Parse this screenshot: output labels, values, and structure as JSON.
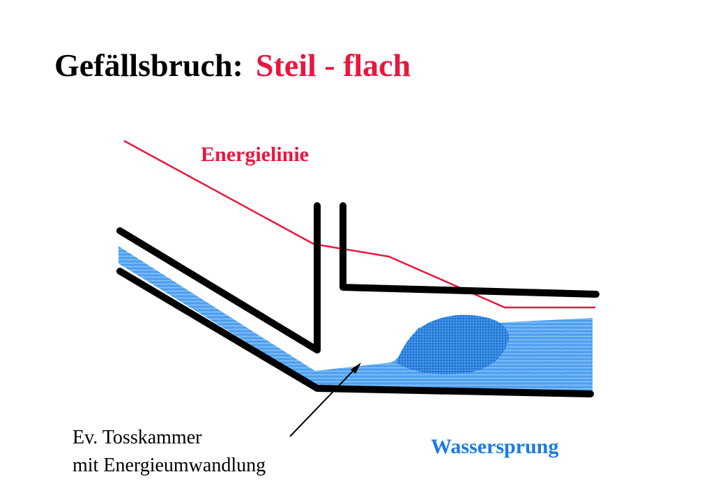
{
  "title": {
    "prefix": "Gefällsbruch:",
    "highlight": "Steil - flach"
  },
  "labels": {
    "energy_line": "Energielinie",
    "hydraulic_jump": "Wassersprung",
    "stilling_basin_line1": "Ev. Tosskammer",
    "stilling_basin_line2": "mit Energieumwandlung"
  },
  "colors": {
    "title": "#000000",
    "accent_red": "#e8173f",
    "water_blue": "#4a9ef0",
    "jump_blue": "#2a7fdd",
    "label_blue": "#1a7be0",
    "wall": "#000000"
  }
}
